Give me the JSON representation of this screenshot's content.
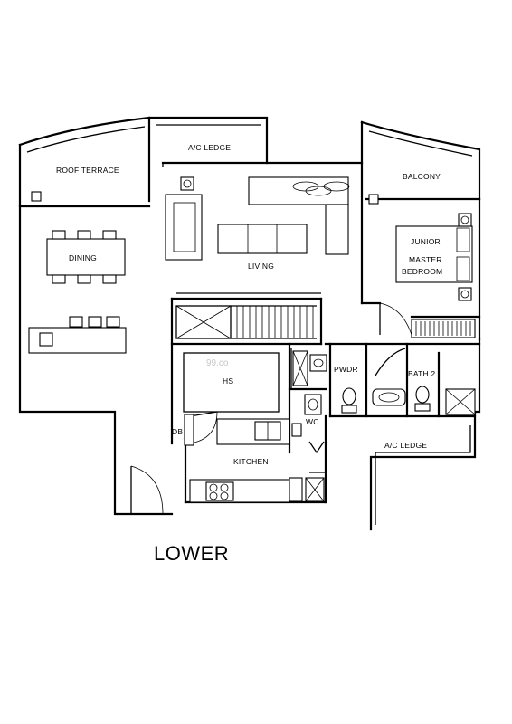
{
  "floor_label": "LOWER",
  "watermark": "99.co",
  "rooms": {
    "roof_terrace": "ROOF TERRACE",
    "ac_ledge_top": "A/C LEDGE",
    "balcony": "BALCONY",
    "dining": "DINING",
    "living": "LIVING",
    "junior_master_line1": "JUNIOR",
    "junior_master_line2": "MASTER",
    "junior_master_line3": "BEDROOM",
    "hs": "HS",
    "pwdr": "PWDR",
    "bath2": "BATH 2",
    "wc": "WC",
    "db": "DB",
    "kitchen": "KITCHEN",
    "ac_ledge_right": "A/C LEDGE"
  }
}
